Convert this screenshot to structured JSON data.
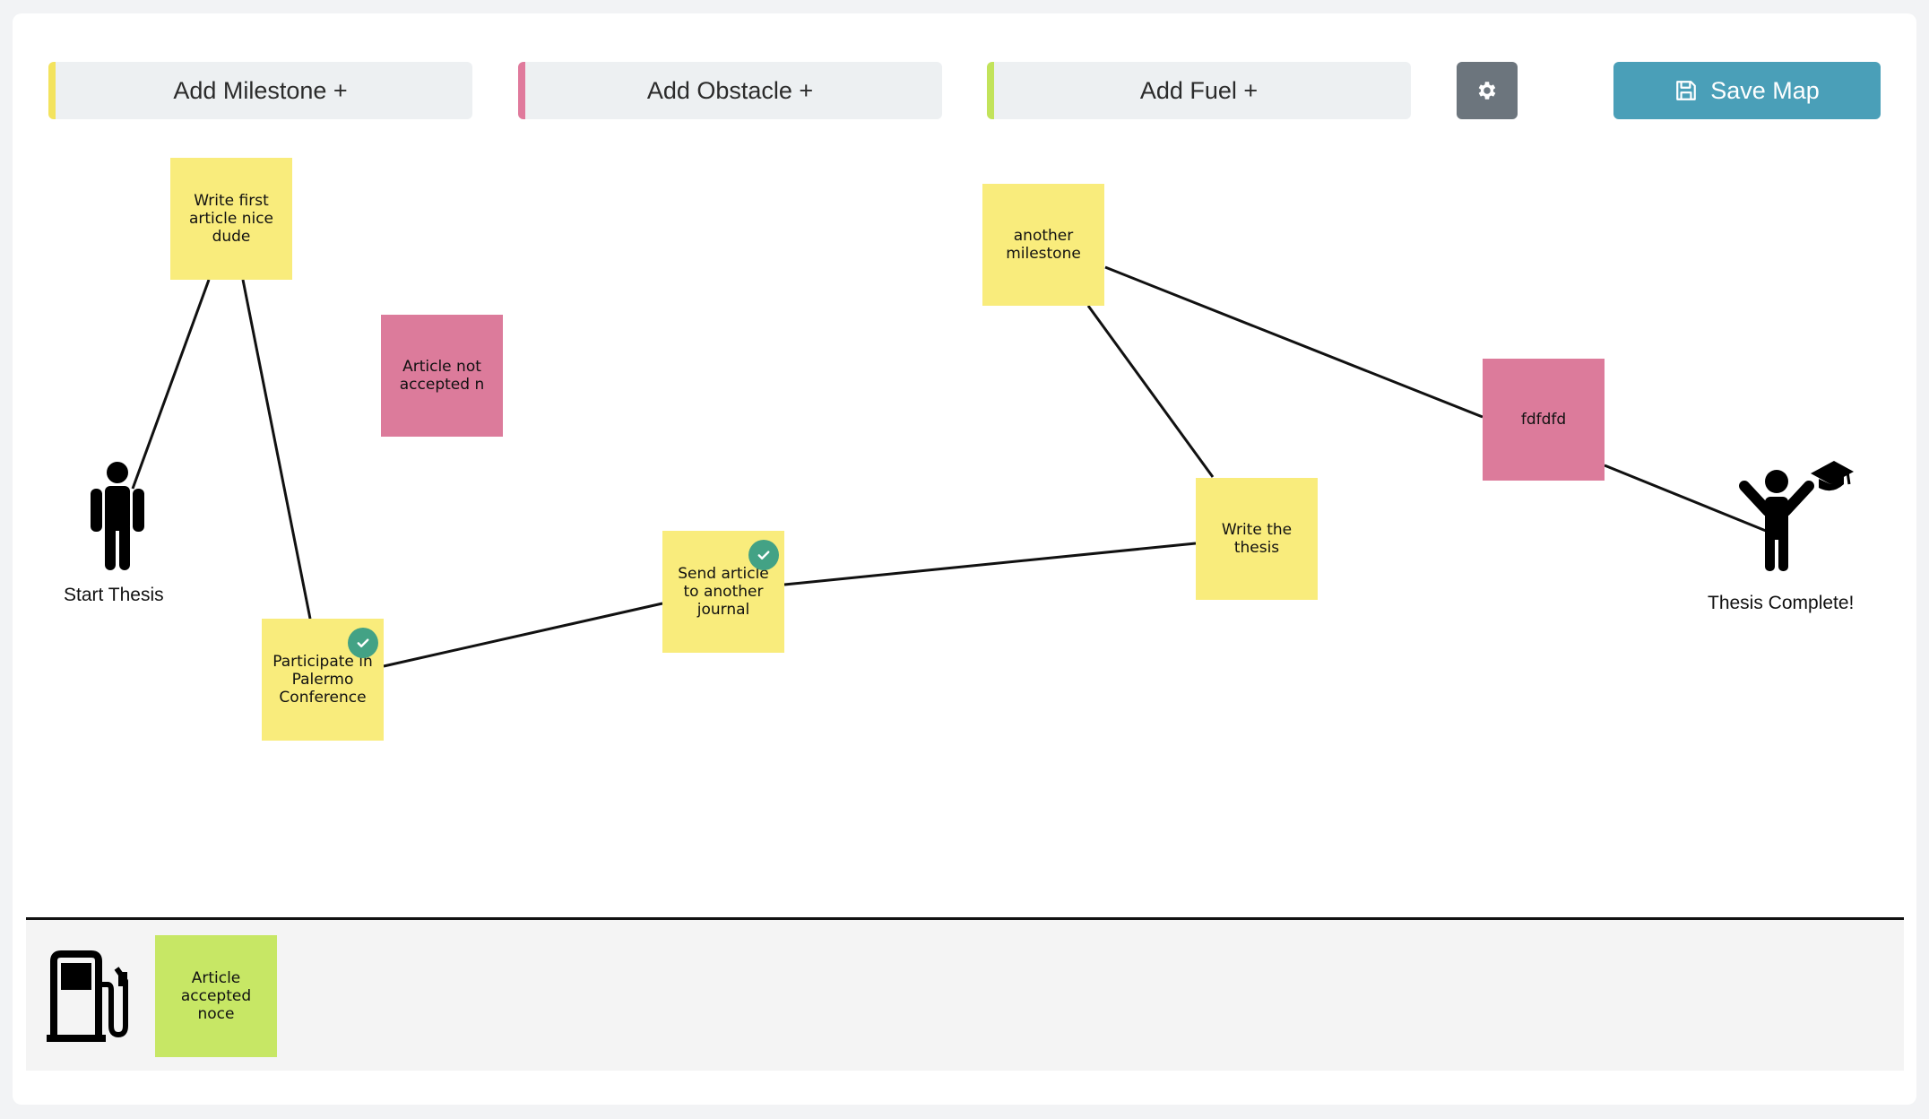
{
  "toolbar": {
    "add_milestone_label": "Add Milestone +",
    "add_obstacle_label": "Add Obstacle +",
    "add_fuel_label": "Add Fuel +",
    "save_map_label": "Save Map",
    "milestone_color": "#f9ec7c",
    "obstacle_color": "#dc7b9b",
    "fuel_color": "#c7e765"
  },
  "map": {
    "start_label": "Start Thesis",
    "end_label": "Thesis Complete!",
    "notes": [
      {
        "kind": "milestone",
        "text": "Write first article nice dude",
        "done": false
      },
      {
        "kind": "obstacle",
        "text": "Article not accepted n",
        "done": false
      },
      {
        "kind": "milestone",
        "text": "Participate in Palermo Conference",
        "done": true
      },
      {
        "kind": "milestone",
        "text": "Send article to another journal",
        "done": true
      },
      {
        "kind": "milestone",
        "text": "another milestone",
        "done": false
      },
      {
        "kind": "milestone",
        "text": "Write the thesis",
        "done": false
      },
      {
        "kind": "obstacle",
        "text": "fdfdfd",
        "done": false
      }
    ]
  },
  "fuel": {
    "icon": "fuel-pump-icon",
    "items": [
      {
        "text": "Article accepted noce"
      }
    ]
  },
  "colors": {
    "check": "#43a285",
    "save_button": "#4a9fb8",
    "settings_button": "#6c757d"
  }
}
